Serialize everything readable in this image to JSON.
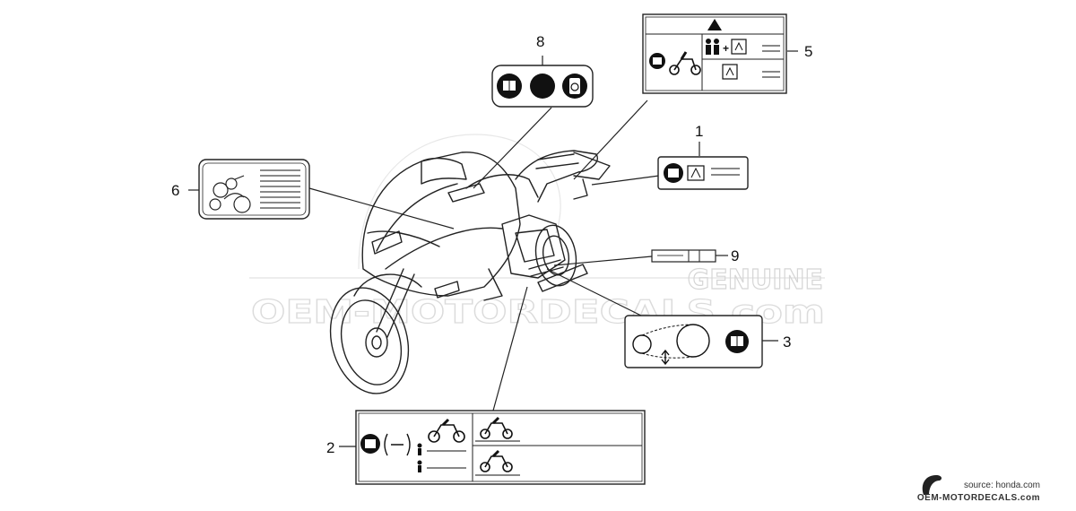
{
  "callouts": {
    "c1": "1",
    "c2": "2",
    "c3": "3",
    "c5": "5",
    "c6": "6",
    "c8": "8",
    "c9": "9"
  },
  "watermark": {
    "genuine": "GENUINE",
    "site": "OEM-MOTORDECALS.com"
  },
  "credit": {
    "source": "source: honda.com",
    "brand": "OEM-MOTORDECALS.com"
  }
}
